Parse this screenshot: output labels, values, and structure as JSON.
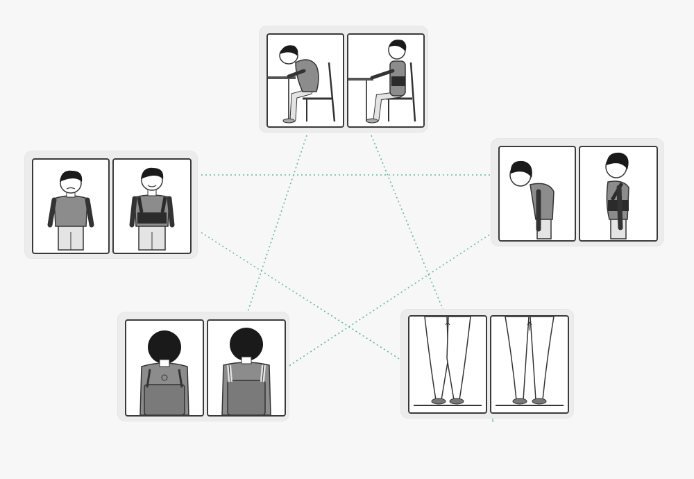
{
  "diagram": {
    "kind": "pentagram-of-posture-comparisons",
    "colors": {
      "background": "#f7f7f7",
      "card": "#ececec",
      "panel_border": "#3a3a3a",
      "connector": "#5bb8a0",
      "hair": "#1a1a1a",
      "shirt": "#8c8c8c",
      "pants": "#e4e4e4",
      "brace": "#2b2b2b",
      "bag": "#7a7a7a"
    },
    "connector_style": "dotted",
    "cards": [
      {
        "id": "sitting",
        "panels": [
          {
            "state": "bad",
            "figure": "slouched-sitting"
          },
          {
            "state": "good",
            "figure": "upright-sitting-with-brace"
          }
        ]
      },
      {
        "id": "front",
        "panels": [
          {
            "state": "bad",
            "figure": "front-view-sad"
          },
          {
            "state": "good",
            "figure": "front-view-brace-smiling"
          }
        ]
      },
      {
        "id": "side",
        "panels": [
          {
            "state": "bad",
            "figure": "side-view-head-forward"
          },
          {
            "state": "good",
            "figure": "side-view-brace-upright"
          }
        ]
      },
      {
        "id": "backpack",
        "panels": [
          {
            "state": "bad",
            "figure": "back-view-backpack-slumped"
          },
          {
            "state": "good",
            "figure": "back-view-backpack-brace"
          }
        ]
      },
      {
        "id": "legs",
        "panels": [
          {
            "state": "bad",
            "figure": "legs-knock-kneed"
          },
          {
            "state": "good",
            "figure": "legs-straight"
          }
        ]
      }
    ]
  }
}
